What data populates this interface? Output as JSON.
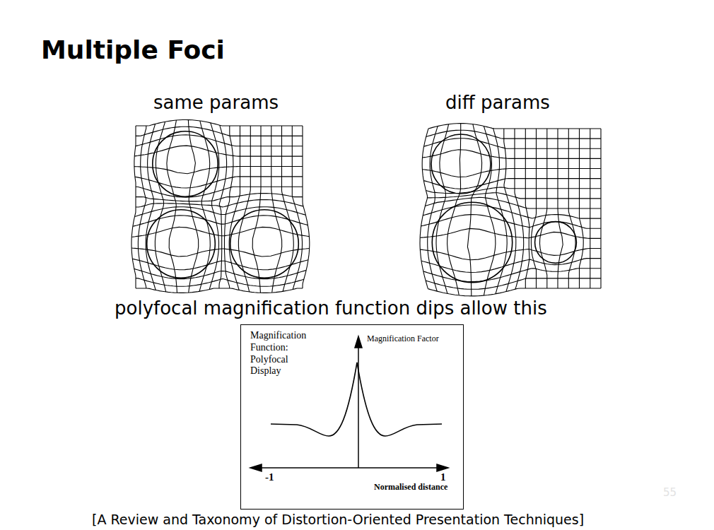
{
  "diagram": {
    "title": "Multiple Foci",
    "nodes": [
      {
        "text": [
          "Magnification Function: Polyfocal Display",
          "Magnification Factor",
          "-1",
          "1",
          "Normalised distance"
        ]
      }
    ],
    "edges": [],
    "labels": [
      "same params",
      "diff params",
      "polyfocal magnification function dips allow this",
      "55",
      "[A Review and Taxonomy of Distortion-Oriented Presentation Techniques]"
    ]
  }
}
